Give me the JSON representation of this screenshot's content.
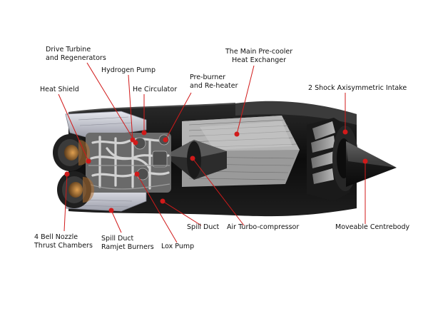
{
  "colors": {
    "background": "#ffffff",
    "casing": "#111111",
    "metal_dark": "#3a3a3a",
    "metal_mid": "#8a8a8a",
    "metal_light": "#cfd0d8",
    "heat_glow": "#c9873a",
    "leader": "#d11a1a",
    "label_text": "#111111"
  },
  "labels": {
    "drive_turbine": [
      "Drive Turbine",
      "and Regenerators"
    ],
    "hydrogen_pump": "Hydrogen Pump",
    "heat_shield": "Heat Shield",
    "he_circulator": "He Circulator",
    "preburner": [
      "Pre-burner",
      "and Re-heater"
    ],
    "main_precooler": [
      "The Main Pre-cooler",
      "Heat Exchanger"
    ],
    "intake": "2 Shock Axisymmetric Intake",
    "bell_nozzle": [
      "4 Bell Nozzle",
      "Thrust Chambers"
    ],
    "spill_ramjet": [
      "Spill Duct",
      "Ramjet Burners"
    ],
    "spill_duct": "Spill Duct",
    "air_turbo": "Air Turbo-compressor",
    "lox_pump": "Lox Pump",
    "centrebody": "Moveable Centrebody"
  },
  "icons": [
    "leader-dot"
  ]
}
